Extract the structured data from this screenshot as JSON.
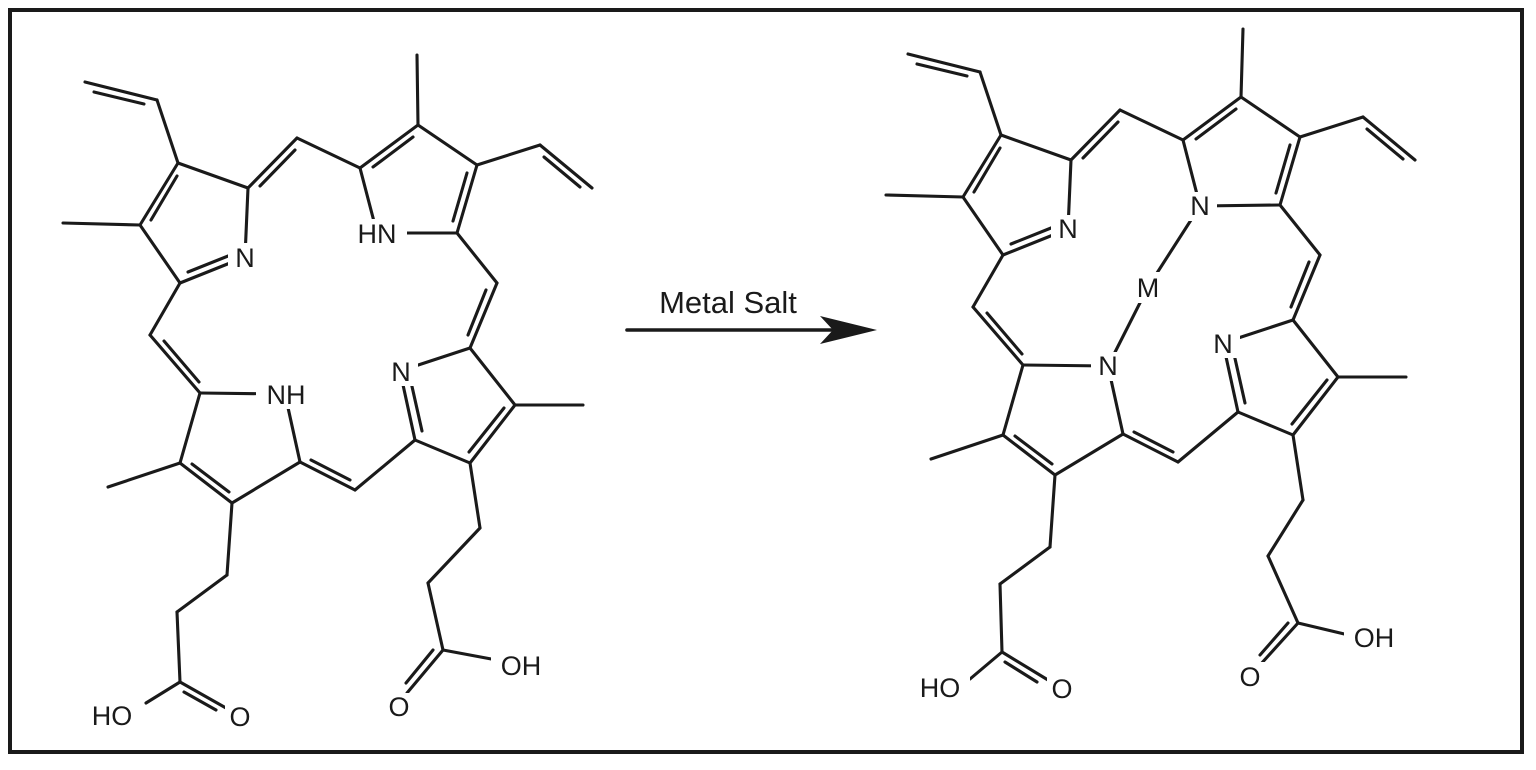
{
  "figure": {
    "type": "chemical-reaction-scheme",
    "description": "Porphyrin free base reacting with a metal salt to form a metalloporphyrin"
  },
  "arrow": {
    "label": "Metal Salt"
  },
  "left_molecule": {
    "labels": {
      "ring_a_nitrogen": "N",
      "ring_b_nh": "HN",
      "ring_c_nitrogen": "N",
      "ring_d_nh": "NH",
      "right_acid_carbonyl_o": "O",
      "right_acid_hydroxyl": "OH",
      "left_acid_carbonyl_o": "O",
      "left_acid_hydroxyl": "HO"
    }
  },
  "right_molecule": {
    "labels": {
      "ring_a_nitrogen": "N",
      "ring_b_nitrogen": "N",
      "ring_c_nitrogen": "N",
      "ring_d_nitrogen": "N",
      "metal": "M",
      "left_acid_carbonyl_o": "O",
      "left_acid_hydroxyl": "HO",
      "right_acid_carbonyl_o": "O",
      "right_acid_hydroxyl": "OH"
    }
  },
  "colors": {
    "ink": "#1a1a1a",
    "background": "#ffffff"
  }
}
